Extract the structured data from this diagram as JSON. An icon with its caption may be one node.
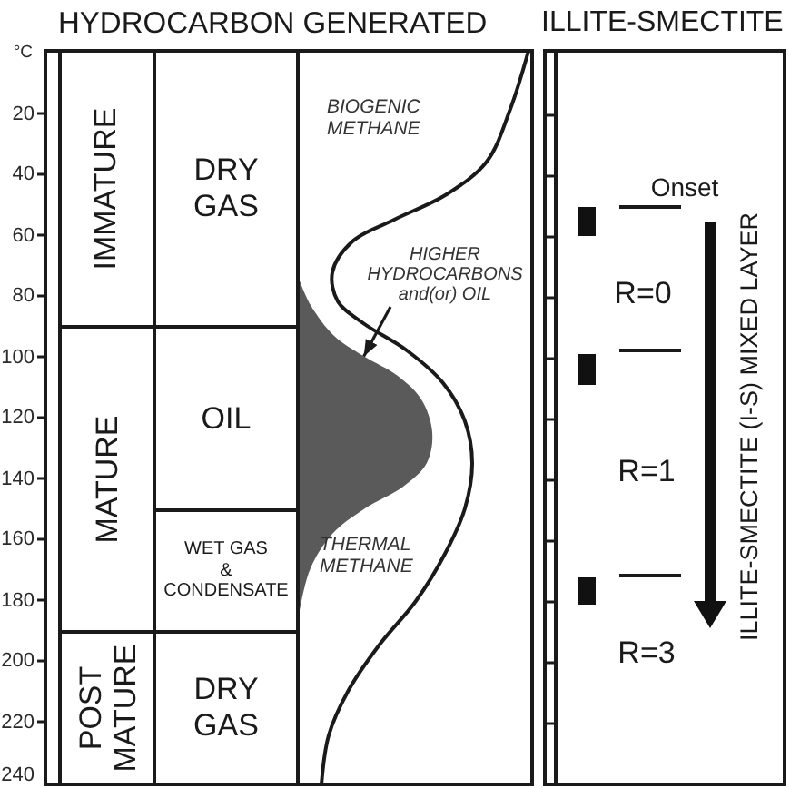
{
  "diagram": {
    "nodes": [
      {
        "text": [
          "HYDROCARBON GENERATED",
          "BIOGENIC METHANE",
          "THERMAL METHANE"
        ]
      },
      {
        "text": [
          "IMMATURE"
        ],
        "in": 0
      },
      {
        "text": [
          "DRY GAS"
        ],
        "in": 0
      },
      {
        "text": [
          "MATURE"
        ],
        "in": 0
      },
      {
        "text": [
          "OIL"
        ],
        "in": 0
      },
      {
        "text": [
          "WET GAS & CONDENSATE"
        ],
        "in": 0
      },
      {
        "text": [
          "POST MATURE"
        ],
        "in": 0
      },
      {
        "text": [
          "DRY GAS"
        ],
        "in": 0
      },
      {
        "text": [
          "HIGHER HYDROCARBONS and(or) OIL"
        ],
        "in": 0
      },
      {
        "text": [],
        "shape": "area",
        "in": 0
      },
      {
        "text": [
          "ILLITE-SMECTITE",
          "Onset",
          "R=0",
          "R=1",
          "R=3",
          "ILLITE-SMECTITE (I-S) MIXED LAYER"
        ]
      }
    ],
    "edges": [
      {
        "from": 8,
        "to": 9,
        "arrow": "to"
      }
    ],
    "labels": [
      "°C",
      "20",
      "40",
      "60",
      "80",
      "100",
      "120",
      "140",
      "160",
      "180",
      "200",
      "220",
      "240"
    ]
  }
}
